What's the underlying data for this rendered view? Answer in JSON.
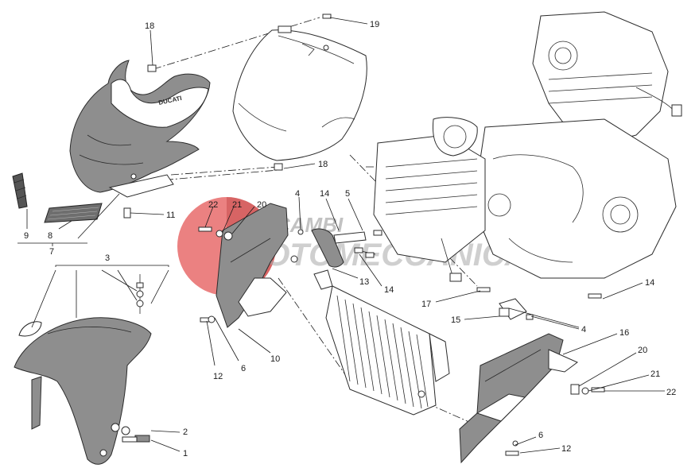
{
  "figure": {
    "watermark_text_1": "RICAMBI",
    "watermark_text_2": "MOTOMECCANICA",
    "fender_brand": "DUCATI",
    "watermark_color": "#e03a3a"
  },
  "callouts": [
    {
      "id": "c1",
      "label": "1"
    },
    {
      "id": "c2",
      "label": "2"
    },
    {
      "id": "c3",
      "label": "3"
    },
    {
      "id": "c4a",
      "label": "4"
    },
    {
      "id": "c4b",
      "label": "4"
    },
    {
      "id": "c5",
      "label": "5"
    },
    {
      "id": "c6a",
      "label": "6"
    },
    {
      "id": "c6b",
      "label": "6"
    },
    {
      "id": "c7",
      "label": "7"
    },
    {
      "id": "c8",
      "label": "8"
    },
    {
      "id": "c9",
      "label": "9"
    },
    {
      "id": "c10",
      "label": "10"
    },
    {
      "id": "c11",
      "label": "11"
    },
    {
      "id": "c12a",
      "label": "12"
    },
    {
      "id": "c12b",
      "label": "12"
    },
    {
      "id": "c13",
      "label": "13"
    },
    {
      "id": "c14a",
      "label": "14"
    },
    {
      "id": "c14b",
      "label": "14"
    },
    {
      "id": "c14c",
      "label": "14"
    },
    {
      "id": "c15",
      "label": "15"
    },
    {
      "id": "c16",
      "label": "16"
    },
    {
      "id": "c17",
      "label": "17"
    },
    {
      "id": "c18a",
      "label": "18"
    },
    {
      "id": "c18b",
      "label": "18"
    },
    {
      "id": "c19",
      "label": "19"
    },
    {
      "id": "c20a",
      "label": "20"
    },
    {
      "id": "c20b",
      "label": "20"
    },
    {
      "id": "c21a",
      "label": "21"
    },
    {
      "id": "c21b",
      "label": "21"
    },
    {
      "id": "c22a",
      "label": "22"
    },
    {
      "id": "c22b",
      "label": "22"
    }
  ]
}
